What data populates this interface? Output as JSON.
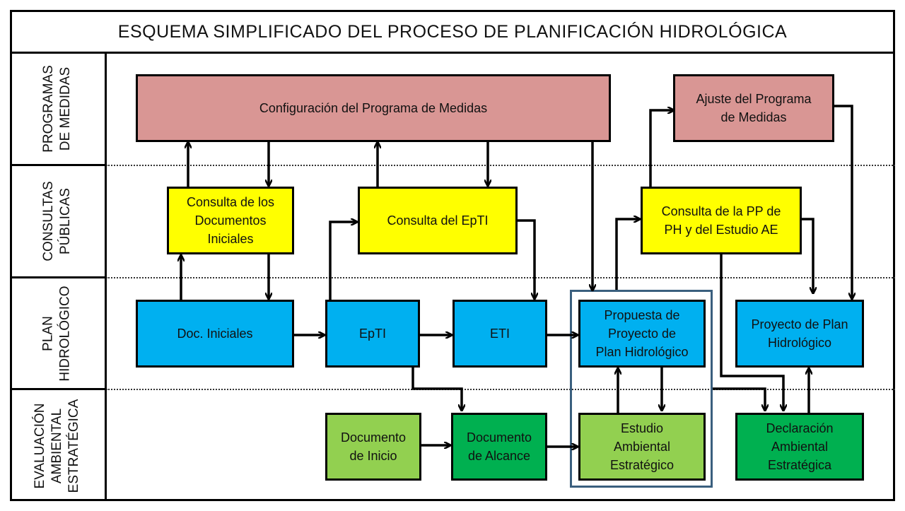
{
  "title": "ESQUEMA SIMPLIFICADO DEL PROCESO DE PLANIFICACIÓN HIDROLÓGICA",
  "lanes": [
    {
      "label": "PROGRAMAS\nDE MEDIDAS"
    },
    {
      "label": "CONSULTAS\nPÚBLICAS"
    },
    {
      "label": "PLAN\nHIDROLÓGICO"
    },
    {
      "label": "EVALUACIÓN\nAMBIENTAL\nESTRATÉGICA"
    }
  ],
  "boxes": {
    "configuracion": "Configuración del Programa de Medidas",
    "ajuste": "Ajuste del Programa\nde Medidas",
    "consulta_docs": "Consulta de los\nDocumentos\nIniciales",
    "consulta_epti": "Consulta del EpTI",
    "consulta_pp": "Consulta de la PP de\nPH y del  Estudio  AE",
    "doc_iniciales": "Doc. Iniciales",
    "epti": "EpTI",
    "eti": "ETI",
    "propuesta": "Propuesta de\nProyecto de\nPlan Hidrológico",
    "proyecto": "Proyecto de Plan\nHidrológico",
    "doc_inicio": "Documento\nde Inicio",
    "doc_alcance": "Documento\nde Alcance",
    "estudio": "Estudio\nAmbiental\nEstratégico",
    "declaracion": "Declaración\nAmbiental\nEstratégica"
  },
  "colors": {
    "pink": "#d99694",
    "yellow": "#ffff00",
    "blue": "#00b0f0",
    "light_green": "#92d050",
    "dark_green": "#00b050",
    "group_border": "#3a5f7e"
  }
}
